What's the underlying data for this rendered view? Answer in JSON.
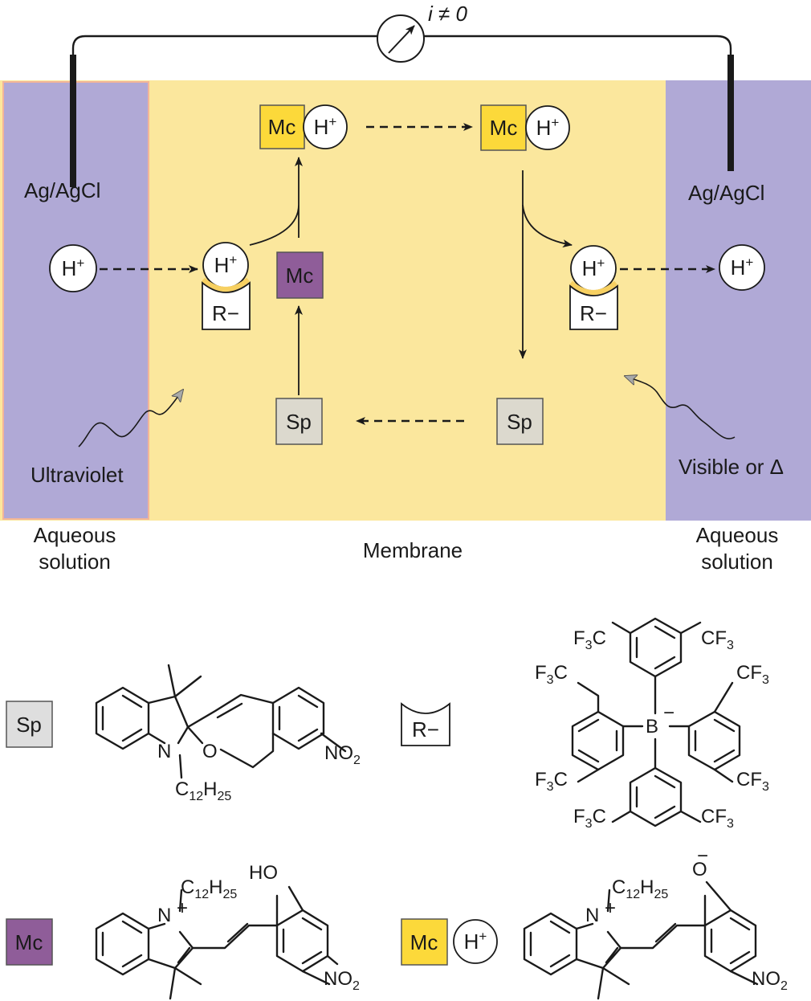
{
  "colors": {
    "aqueous": "#b0a9d6",
    "membrane": "#fbe79d",
    "mc_yellow": "#fcd93a",
    "mc_purple": "#8f5d99",
    "sp_gray": "#dcd9ce",
    "legend_gray": "#dedede",
    "cup": "#f7d061"
  },
  "circuit": {
    "label": "i ≠ 0"
  },
  "electrode": {
    "left": "Ag/AgCl",
    "right": "Ag/AgCl"
  },
  "species": {
    "h": "H",
    "plus": "+",
    "r_minus": "R−",
    "mc": "Mc",
    "sp": "Sp"
  },
  "light": {
    "uv": "Ultraviolet",
    "vis": "Visible or Δ"
  },
  "regions": {
    "left_line1": "Aqueous",
    "left_line2": "solution",
    "membrane": "Membrane",
    "right_line1": "Aqueous",
    "right_line2": "solution"
  },
  "chem": {
    "n": "N",
    "o": "O",
    "b": "B",
    "minus": "−",
    "plus": "+",
    "c12h25": "C12H25",
    "no2": "NO2",
    "cf3": "CF3",
    "f3c": "F3C",
    "ho": "HO",
    "o_minus": "O"
  }
}
